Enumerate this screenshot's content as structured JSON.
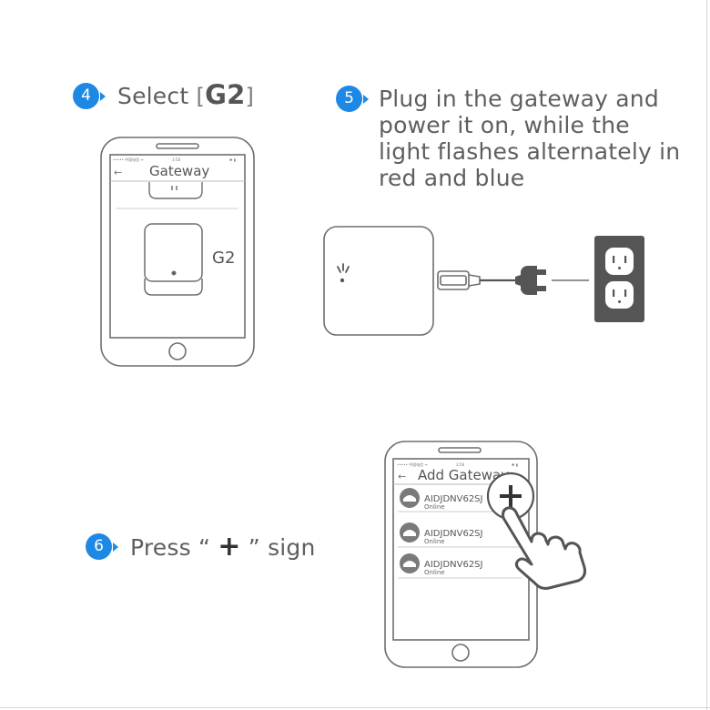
{
  "step4": {
    "number": "4",
    "text_before": "Select",
    "bracket_open": "[",
    "model": "G2",
    "bracket_close": "]"
  },
  "step5": {
    "number": "5",
    "text": "Plug in the gateway and power it on, while the light flashes alternately in red and blue"
  },
  "step6": {
    "number": "6",
    "text_before": "Press “",
    "symbol": "+",
    "text_after": "” sign"
  },
  "phone1": {
    "status_time": "3:58",
    "title": "Gateway",
    "back_glyph": "←",
    "device_label": "G2"
  },
  "phone2": {
    "status_time": "3:58",
    "title": "Add Gateway",
    "back_glyph": "←",
    "add_symbol": "+",
    "devices": [
      {
        "name": "AIDJDNV62SJ",
        "status": "Online"
      },
      {
        "name": "AIDJDNV62SJ",
        "status": "Online"
      },
      {
        "name": "AIDJDNV62SJ",
        "status": "Online"
      }
    ]
  },
  "colors": {
    "accent": "#1e88e5",
    "outlet": "#555555",
    "outline": "#6e6e6e"
  },
  "icons": [
    "hand-pointer-icon",
    "power-plug-icon",
    "wall-outlet-icon",
    "gateway-device-icon",
    "smart-lock-icon"
  ]
}
